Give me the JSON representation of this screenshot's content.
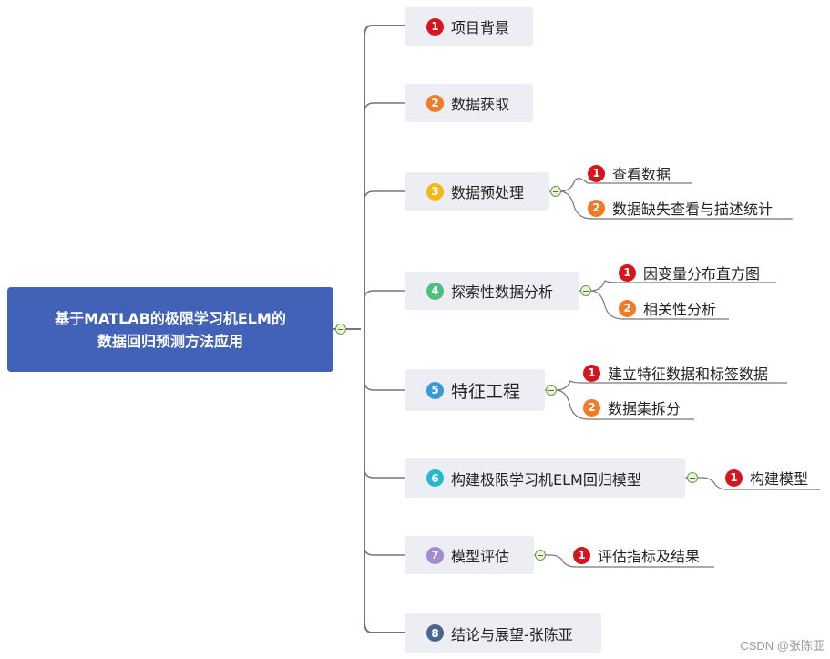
{
  "root": {
    "line1": "基于MATLAB的极限学习机ELM的",
    "line2": "数据回归预测方法应用"
  },
  "colors": {
    "badge_red": "#d7151f",
    "badge_orange": "#f07a26",
    "badge_yellow": "#f5b715",
    "badge_green": "#4fbf7f",
    "badge_blue": "#3a9ad9",
    "badge_cyan": "#26b8cd",
    "badge_purple": "#a48ad0",
    "badge_navy": "#48658d"
  },
  "branches": [
    {
      "num": "1",
      "label": "项目背景",
      "children": []
    },
    {
      "num": "2",
      "label": "数据获取",
      "children": []
    },
    {
      "num": "3",
      "label": "数据预处理",
      "children": [
        {
          "num": "1",
          "label": "查看数据"
        },
        {
          "num": "2",
          "label": "数据缺失查看与描述统计"
        }
      ]
    },
    {
      "num": "4",
      "label": "探索性数据分析",
      "children": [
        {
          "num": "1",
          "label": "因变量分布直方图"
        },
        {
          "num": "2",
          "label": "相关性分析"
        }
      ]
    },
    {
      "num": "5",
      "label": "特征工程",
      "children": [
        {
          "num": "1",
          "label": "建立特征数据和标签数据"
        },
        {
          "num": "2",
          "label": "数据集拆分"
        }
      ]
    },
    {
      "num": "6",
      "label": "构建极限学习机ELM回归模型",
      "children": [
        {
          "num": "1",
          "label": "构建模型"
        }
      ]
    },
    {
      "num": "7",
      "label": "模型评估",
      "children": [
        {
          "num": "1",
          "label": "评估指标及结果"
        }
      ]
    },
    {
      "num": "8",
      "label": "结论与展望-张陈亚",
      "children": []
    }
  ],
  "watermark": "CSDN @张陈亚"
}
